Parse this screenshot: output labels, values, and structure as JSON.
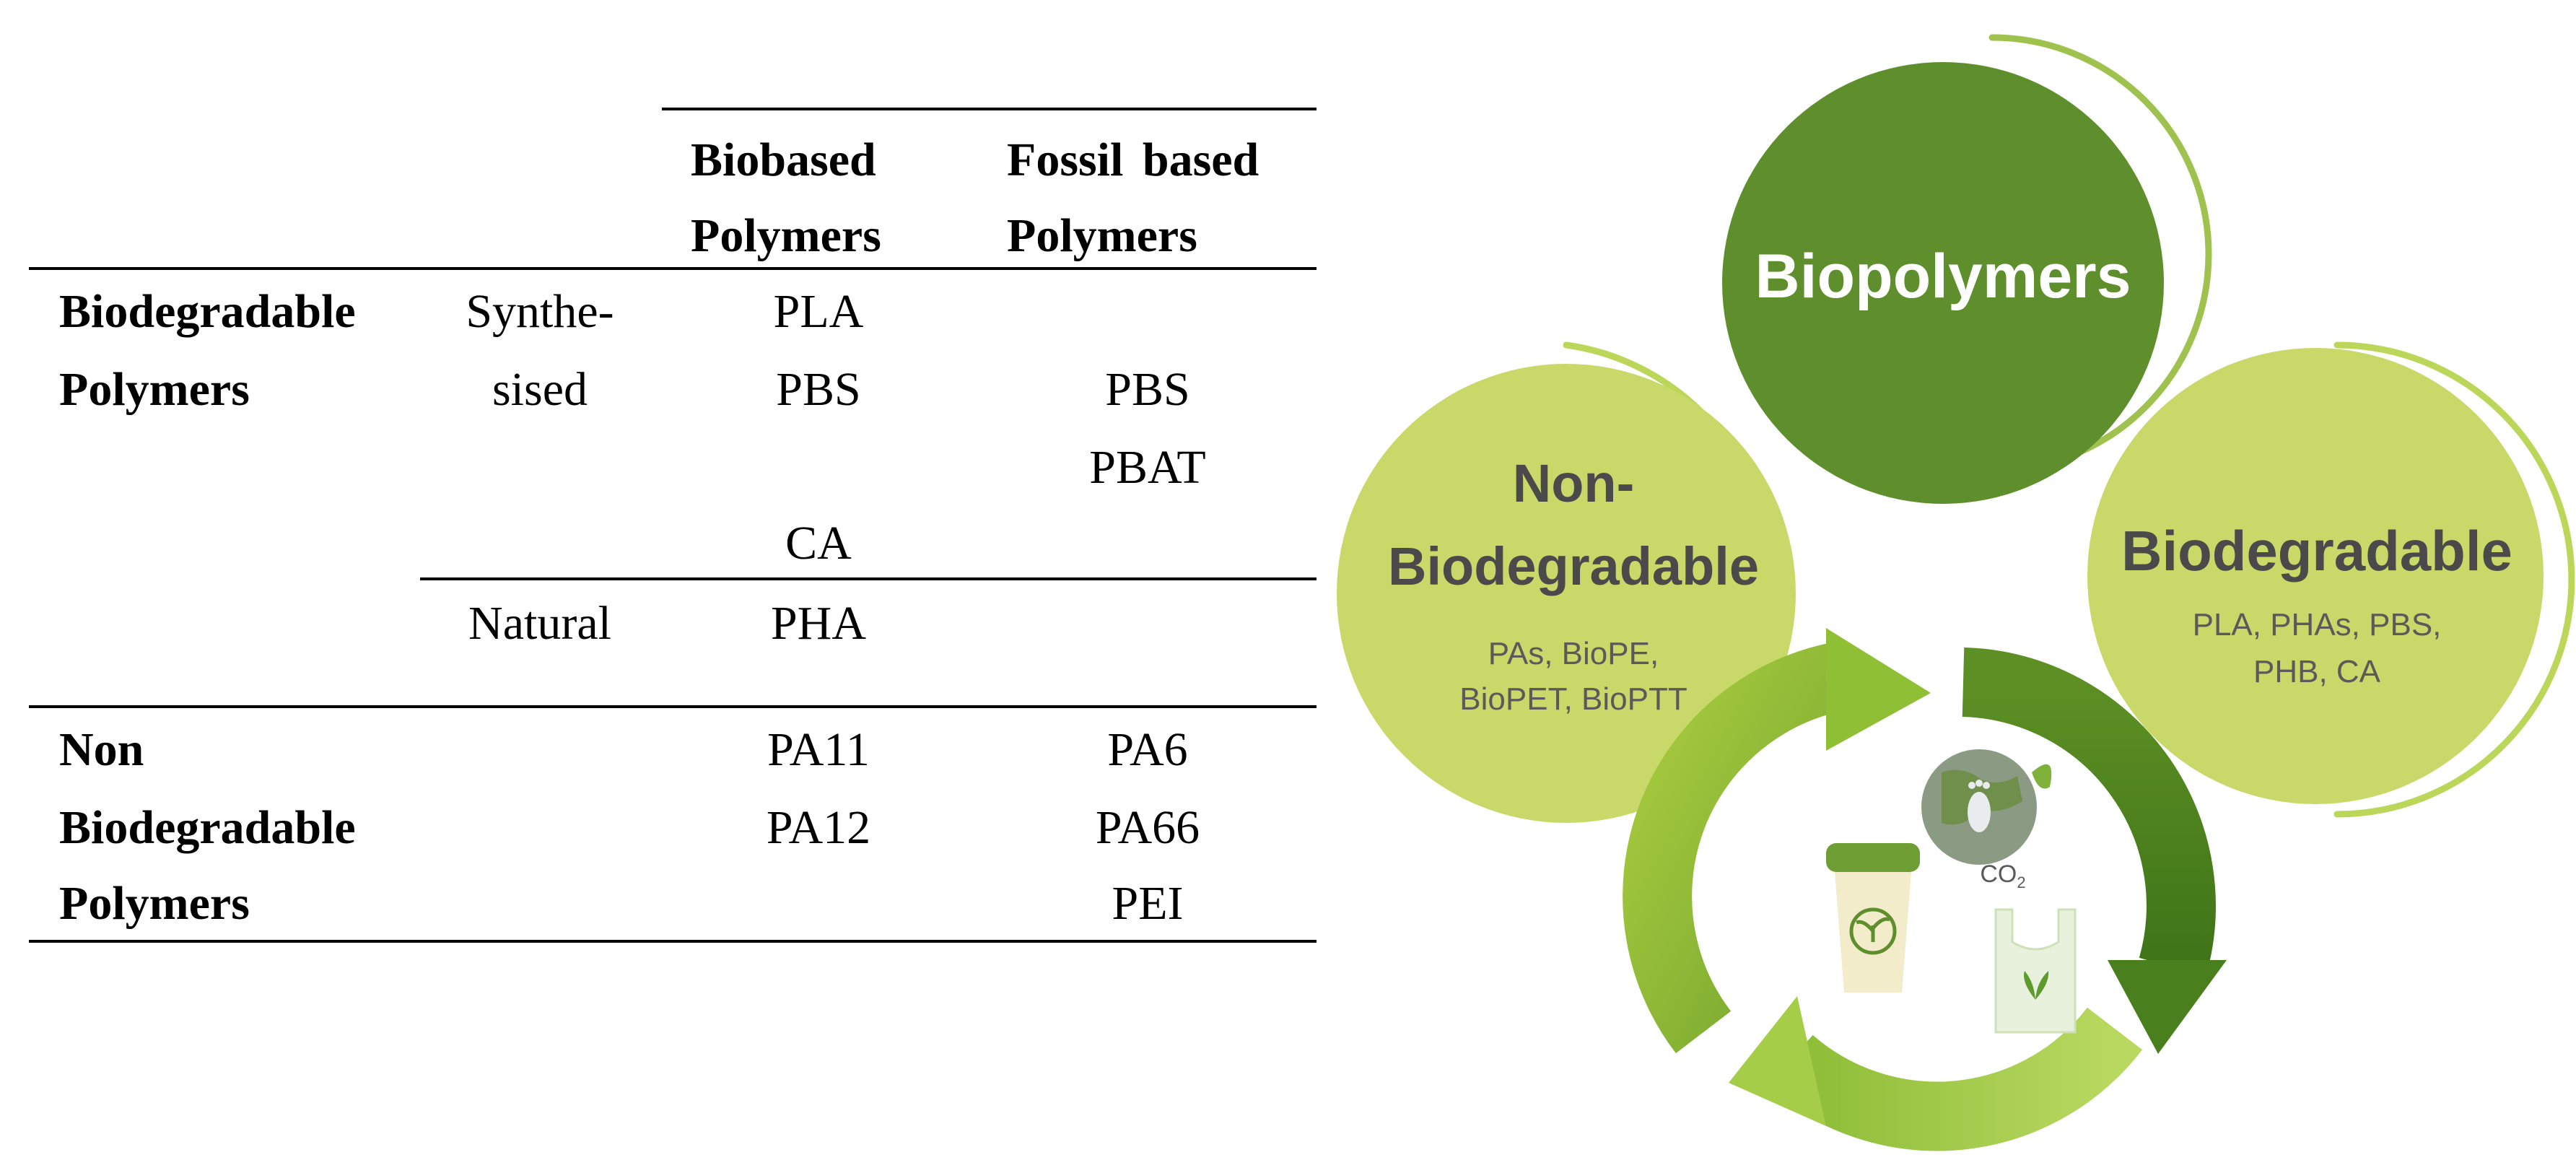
{
  "table": {
    "col_headers": {
      "biobased": [
        "Biobased",
        "Polymers"
      ],
      "fossil": [
        "Fossil  based",
        "Polymers"
      ]
    },
    "rows": {
      "biodegradable": {
        "label": [
          "Biodegradable",
          "Polymers"
        ],
        "synthesised": {
          "label": [
            "Synthe-",
            "sised"
          ],
          "biobased": [
            "PLA",
            "PBS",
            "CA"
          ],
          "fossil": [
            "PBS",
            "PBAT"
          ]
        },
        "natural": {
          "label": "Natural",
          "biobased": [
            "PHA"
          ]
        }
      },
      "non_biodegradable": {
        "label": [
          "Non",
          "Biodegradable",
          "Polymers"
        ],
        "biobased": [
          "PA11",
          "PA12"
        ],
        "fossil": [
          "PA6",
          "PA66",
          "PEI"
        ]
      }
    }
  },
  "diagram": {
    "top": {
      "title": "Biopolymers"
    },
    "left": {
      "title": [
        "Non-",
        "Biodegradable"
      ],
      "items": [
        "PAs, BioPE,",
        "BioPET, BioPTT"
      ]
    },
    "right": {
      "title": "Biodegradable",
      "items": [
        "PLA, PHAs, PBS,",
        "PHB, CA"
      ]
    },
    "co2_label": "CO",
    "co2_sub": "2",
    "colors": {
      "dark_green": "#5f8f2c",
      "light_green": "#c8d96a",
      "lime_ring": "#bcd65a",
      "text_dark": "#4a4a4a",
      "text_item": "#5a5a5a",
      "white": "#ffffff"
    }
  }
}
